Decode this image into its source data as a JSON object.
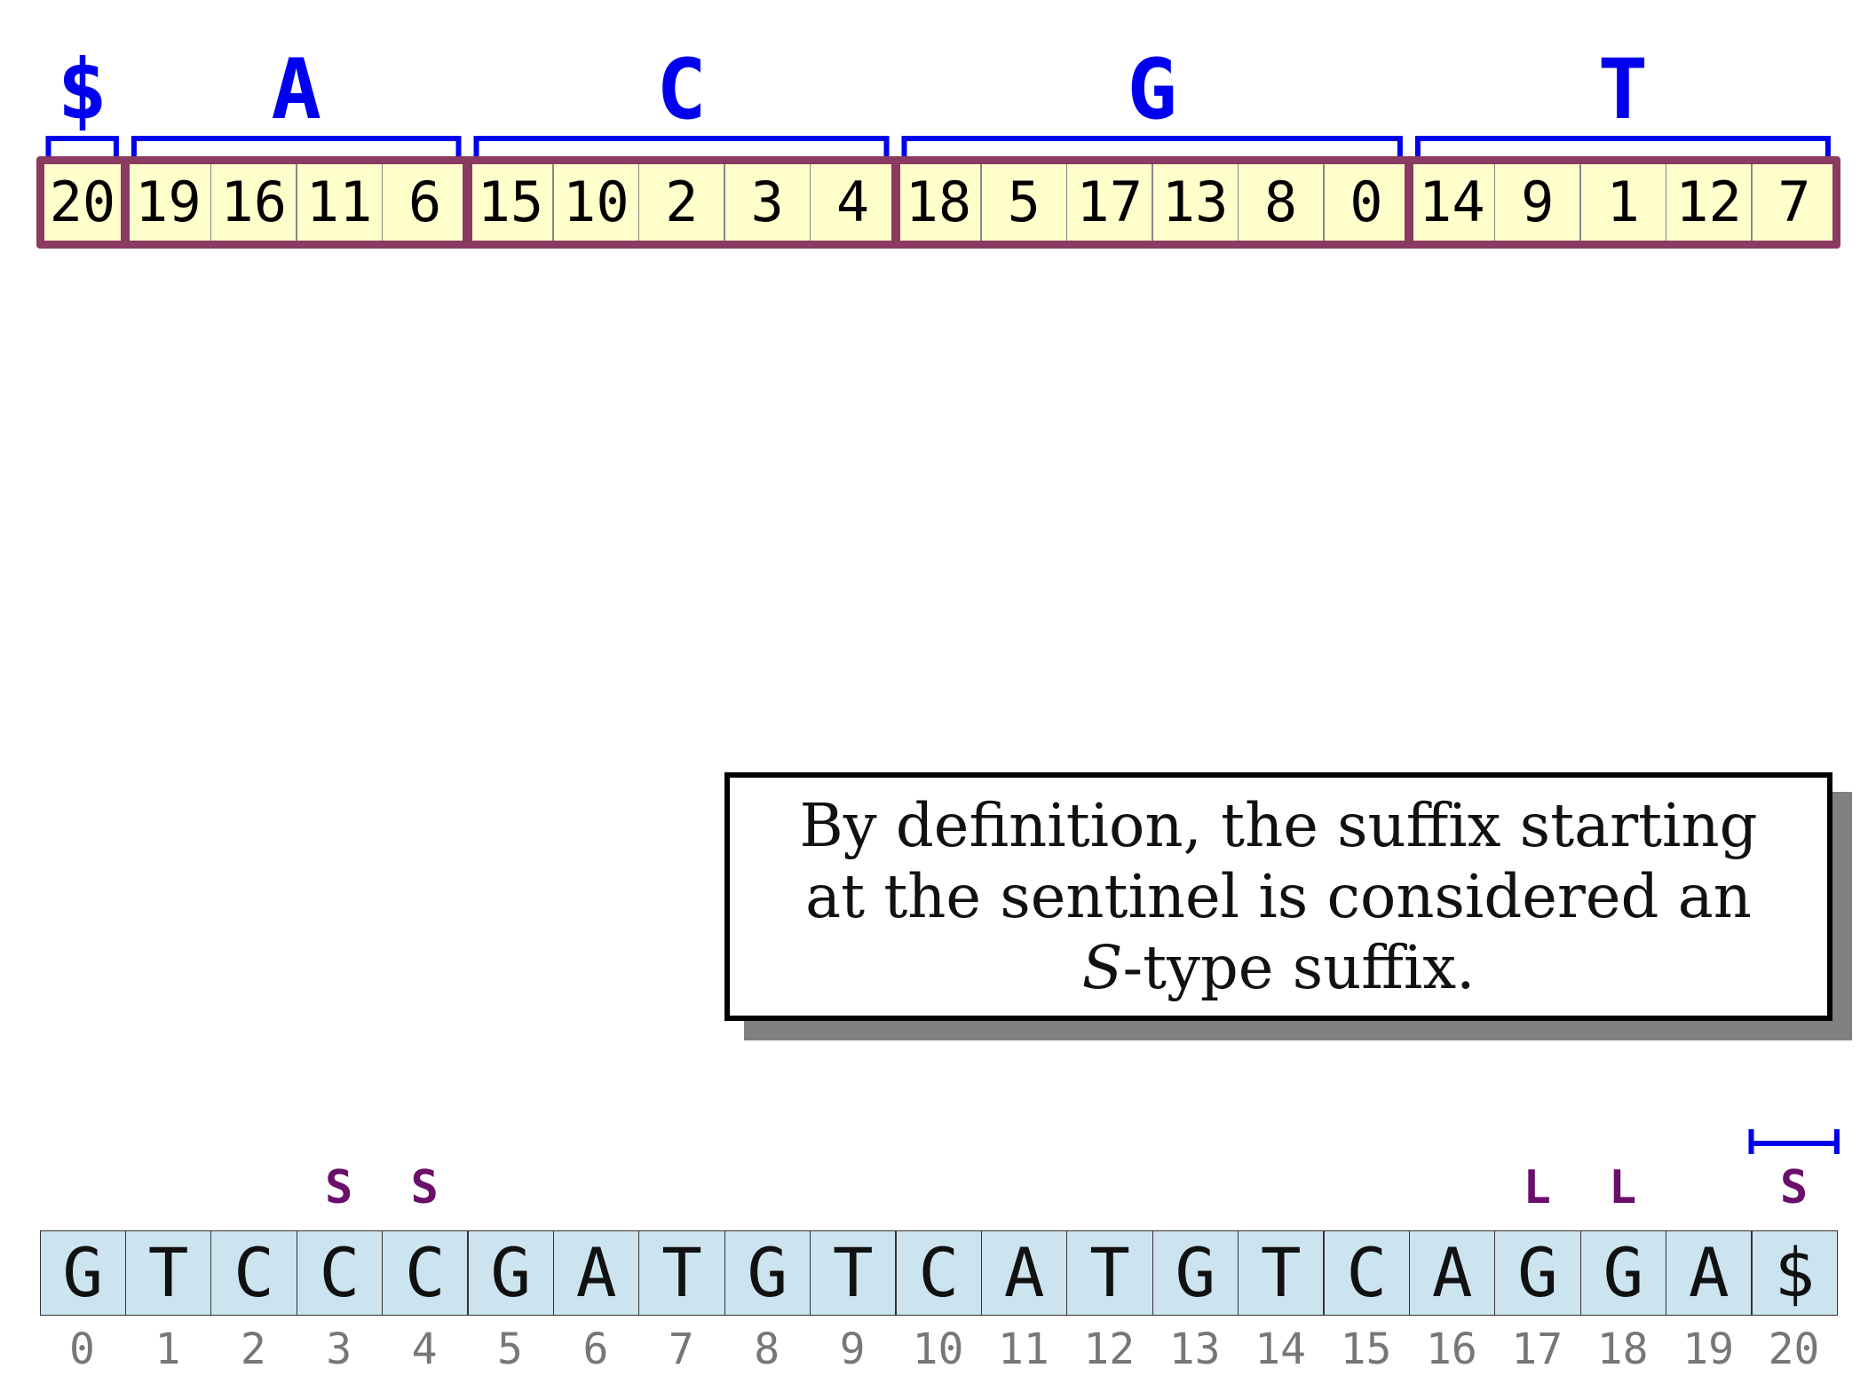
{
  "colors": {
    "bracket": "#0000ee",
    "bucket_border": "#8b3a62",
    "sa_cell_fill": "#ffffcc",
    "string_cell_fill": "#cce3f0",
    "type_label": "#6a0f6a",
    "index_label": "#777777",
    "callout_shadow": "#808080"
  },
  "buckets": [
    {
      "letter": "$",
      "entries": [
        "20"
      ]
    },
    {
      "letter": "A",
      "entries": [
        "19",
        "16",
        "11",
        "6"
      ]
    },
    {
      "letter": "C",
      "entries": [
        "15",
        "10",
        "2",
        "3",
        "4"
      ]
    },
    {
      "letter": "G",
      "entries": [
        "18",
        "5",
        "17",
        "13",
        "8",
        "0"
      ]
    },
    {
      "letter": "T",
      "entries": [
        "14",
        "9",
        "1",
        "12",
        "7"
      ]
    }
  ],
  "callout": {
    "line1": "By definition, the suffix starting",
    "line2": "at the sentinel is considered an",
    "line3_italic": "S",
    "line3_rest": "-type suffix."
  },
  "string": {
    "characters": [
      "G",
      "T",
      "C",
      "C",
      "C",
      "G",
      "A",
      "T",
      "G",
      "T",
      "C",
      "A",
      "T",
      "G",
      "T",
      "C",
      "A",
      "G",
      "G",
      "A",
      "$"
    ],
    "indices": [
      "0",
      "1",
      "2",
      "3",
      "4",
      "5",
      "6",
      "7",
      "8",
      "9",
      "10",
      "11",
      "12",
      "13",
      "14",
      "15",
      "16",
      "17",
      "18",
      "19",
      "20"
    ],
    "type_labels": [
      "",
      "",
      "",
      "S",
      "S",
      "",
      "",
      "",
      "",
      "",
      "",
      "",
      "",
      "",
      "",
      "",
      "",
      "L",
      "L",
      "",
      "S"
    ],
    "highlighted_index": 20
  }
}
